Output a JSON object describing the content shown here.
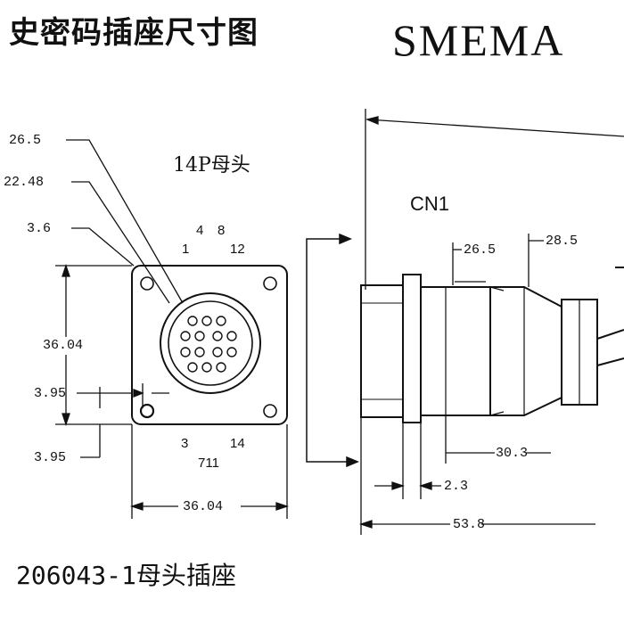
{
  "header": {
    "title_cn": "史密码插座尺寸图",
    "title_en": "SMEMA"
  },
  "front_view": {
    "subtitle": "14P母头",
    "dim_26_5": "26.5",
    "dim_22_48": "22.48",
    "dim_3_6": "3.6",
    "dim_height": "36.04",
    "dim_3_95_a": "3.95",
    "dim_3_95_b": "3.95",
    "dim_width": "36.04",
    "pin_top_a": "4",
    "pin_top_b": "8",
    "pin_top_c": "1",
    "pin_top_d": "12",
    "pin_bot_a": "3",
    "pin_bot_b": "14",
    "pin_bot_c": "711"
  },
  "side_view": {
    "label": "CN1",
    "dim_26_5": "26.5",
    "dim_28_5": "28.5",
    "dim_30_3": "30.3",
    "dim_2_3": "2.3",
    "dim_53_8": "53.8"
  },
  "footer": {
    "part_label": "206043-1母头插座"
  }
}
